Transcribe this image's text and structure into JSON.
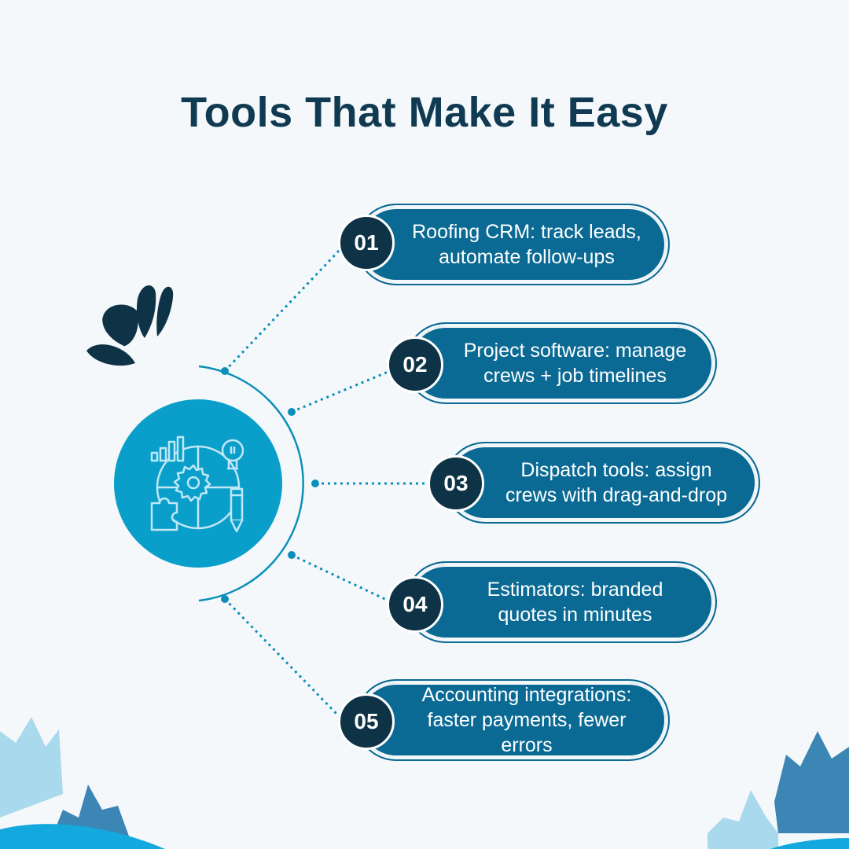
{
  "title": "Tools That Make It Easy",
  "items": [
    {
      "number": "01",
      "text": "Roofing CRM: track leads, automate follow-ups"
    },
    {
      "number": "02",
      "text": "Project software: manage crews + job timelines"
    },
    {
      "number": "03",
      "text": "Dispatch tools: assign crews with drag-and-drop"
    },
    {
      "number": "04",
      "text": "Estimators: branded quotes in minutes"
    },
    {
      "number": "05",
      "text": "Accounting integrations: faster payments, fewer errors"
    }
  ],
  "icons": {
    "hub": "gear-chart-lightbulb-puzzle-pencil-icon",
    "decor": "sparkle-strokes-icon"
  },
  "colors": {
    "background": "#f5f8fa",
    "title": "#0f3a52",
    "pill": "#0a6a94",
    "badge": "#0f3346",
    "hub": "#0a9fca",
    "connector": "#0a8fba",
    "decor_light": "#a9d9ec",
    "decor_mid": "#3b86b5",
    "decor_bright": "#14a9de"
  }
}
